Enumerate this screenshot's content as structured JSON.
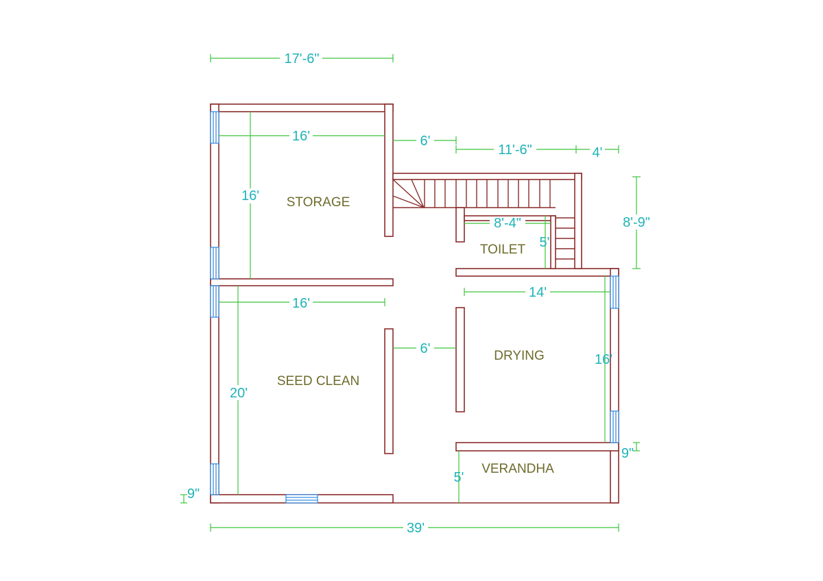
{
  "rooms": {
    "storage": "STORAGE",
    "seed_clean": "SEED CLEAN",
    "toilet": "TOILET",
    "drying": "DRYING",
    "verandha": "VERANDHA"
  },
  "dimensions": {
    "top_overall": "17'-6\"",
    "storage_width": "16'",
    "storage_height": "16'",
    "passage_top": "6'",
    "stair_length": "11'-6\"",
    "stair_width": "4'",
    "stair_height": "8'-9\"",
    "toilet_width": "8'-4\"",
    "toilet_height": "5'",
    "seed_width": "16'",
    "seed_height": "20'",
    "passage_mid": "6'",
    "drying_width": "14'",
    "drying_height": "16'",
    "wall_right": "9\"",
    "wall_left": "9\"",
    "verandha_depth": "5'",
    "overall_width": "39'"
  }
}
